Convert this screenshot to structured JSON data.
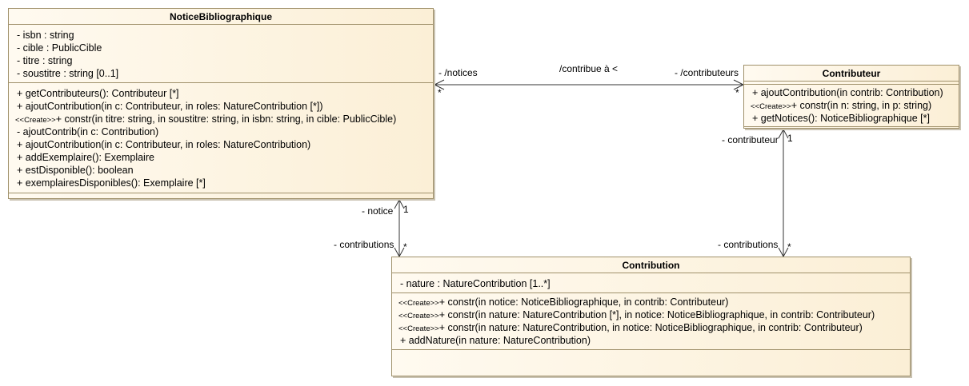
{
  "classes": {
    "notice": {
      "name": "NoticeBibliographique",
      "attributes": [
        "- isbn : string",
        "- cible : PublicCible",
        "- titre : string",
        "- soustitre : string [0..1]"
      ],
      "operations": [
        {
          "stereotype": "",
          "text": "+ getContributeurs(): Contributeur [*]"
        },
        {
          "stereotype": "",
          "text": "+ ajoutContribution(in c: Contributeur, in roles: NatureContribution [*])"
        },
        {
          "stereotype": "<<Create>>",
          "text": "+ constr(in titre: string, in soustitre: string, in isbn: string, in cible: PublicCible)"
        },
        {
          "stereotype": "",
          "text": "- ajoutContrib(in c: Contribution)"
        },
        {
          "stereotype": "",
          "text": "+ ajoutContribution(in c: Contributeur, in roles: NatureContribution)"
        },
        {
          "stereotype": "",
          "text": "+ addExemplaire(): Exemplaire"
        },
        {
          "stereotype": "",
          "text": "+ estDisponible(): boolean"
        },
        {
          "stereotype": "",
          "text": "+ exemplairesDisponibles(): Exemplaire [*]"
        }
      ]
    },
    "contributeur": {
      "name": "Contributeur",
      "attributes": [],
      "operations": [
        {
          "stereotype": "",
          "text": "+ ajoutContribution(in contrib: Contribution)"
        },
        {
          "stereotype": "<<Create>>",
          "text": "+ constr(in n: string, in p: string)"
        },
        {
          "stereotype": "",
          "text": "+ getNotices(): NoticeBibliographique [*]"
        }
      ]
    },
    "contribution": {
      "name": "Contribution",
      "attributes": [
        "- nature : NatureContribution [1..*]"
      ],
      "operations": [
        {
          "stereotype": "<<Create>>",
          "text": "+ constr(in notice: NoticeBibliographique, in contrib: Contributeur)"
        },
        {
          "stereotype": "<<Create>>",
          "text": "+ constr(in nature: NatureContribution [*], in notice: NoticeBibliographique, in contrib: Contributeur)"
        },
        {
          "stereotype": "<<Create>>",
          "text": "+ constr(in nature: NatureContribution, in notice: NoticeBibliographique, in contrib: Contributeur)"
        },
        {
          "stereotype": "",
          "text": "+ addNature(in nature: NatureContribution)"
        }
      ]
    }
  },
  "associations": {
    "notice_contributeur": {
      "name": "/contribue à <",
      "left_role": "- /notices",
      "left_mult": "*",
      "right_role": "- /contributeurs",
      "right_mult": "*"
    },
    "notice_contribution": {
      "top_role": "- notice",
      "top_mult": "1",
      "bottom_role": "- contributions",
      "bottom_mult": "*"
    },
    "contributeur_contribution": {
      "top_role": "- contributeur",
      "top_mult": "1",
      "bottom_role": "- contributions",
      "bottom_mult": "*"
    }
  }
}
